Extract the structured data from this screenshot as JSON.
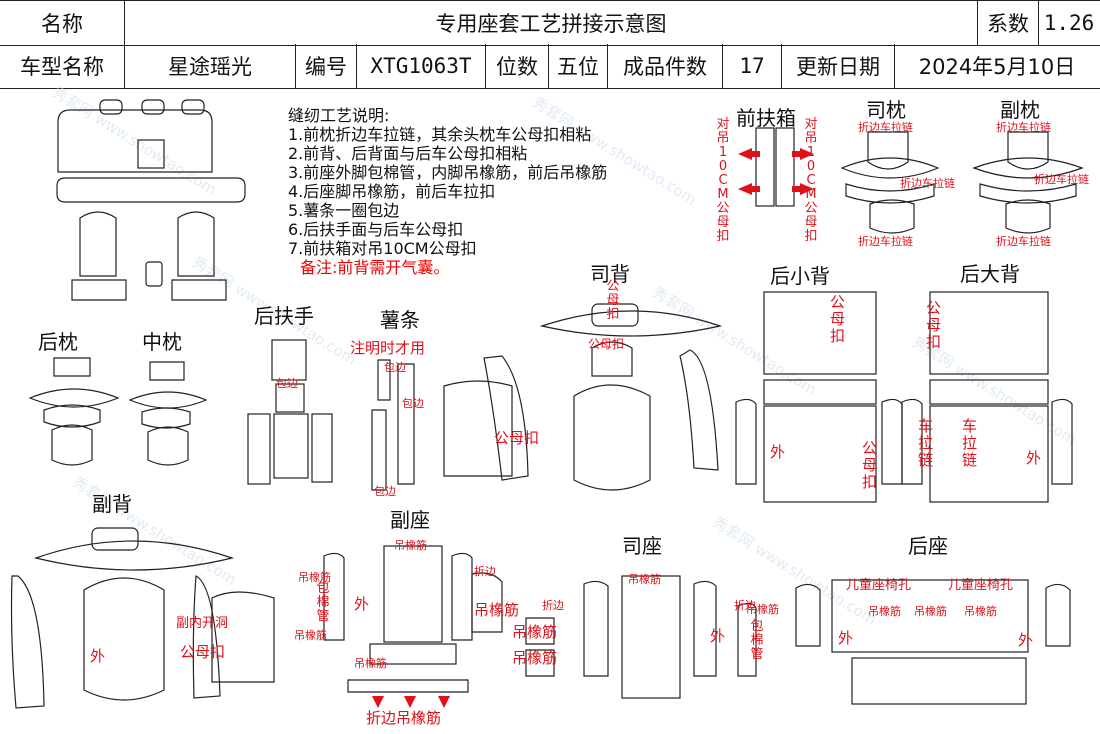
{
  "header": {
    "row1": {
      "name_label": "名称",
      "title": "专用座套工艺拼接示意图",
      "coef_label": "系数",
      "coef_value": "1.26"
    },
    "row2": {
      "model_label": "车型名称",
      "model_value": "星途瑶光",
      "code_label": "编号",
      "code_value": "XTG1063T",
      "seats_label": "位数",
      "seats_value": "五位",
      "pieces_label": "成品件数",
      "pieces_value": "17",
      "date_label": "更新日期",
      "date_value": "2024年5月10日"
    }
  },
  "notes": {
    "title": "缝纫工艺说明:",
    "items": [
      "1.前枕折边车拉链，其余头枕车公母扣相粘",
      "2.前背、后背面与后车公母扣相粘",
      "3.前座外脚包棉管，内脚吊橡筋，前后吊橡筋",
      "4.后座脚吊橡筋，前后车拉扣",
      "5.薯条一圈包边",
      "6.后扶手面与后车公母扣",
      "7.前扶箱对吊10CM公母扣"
    ],
    "remark": "备注:前背需开气囊。"
  },
  "sections": {
    "front_armrest": "前扶箱",
    "driver_headrest": "司枕",
    "passenger_headrest": "副枕",
    "rear_headrest": "后枕",
    "middle_headrest": "中枕",
    "rear_armrest": "后扶手",
    "fries_strip": "薯条",
    "driver_back": "司背",
    "rear_small_back": "后小背",
    "rear_large_back": "后大背",
    "passenger_back": "副背",
    "passenger_seat": "副座",
    "driver_seat": "司座",
    "rear_seat": "后座"
  },
  "annotations": {
    "fold_zipper": "折边车拉链",
    "opposite_hang": "对吊10CM公母扣",
    "male_female_buckle": "公母扣",
    "binding": "包边",
    "note_when_use": "注明时才用",
    "outer": "外",
    "zipper": "车拉链",
    "elastic": "吊橡筋",
    "fold_edge": "折边",
    "cotton_pipe": "包棉管",
    "child_seat_hole": "儿童座椅孔",
    "fold_elastic": "折边吊橡筋",
    "side_airbag": "副内开洞",
    "elastic_short": "吊橡筋"
  },
  "watermark": "秀套网 www.showtao.com"
}
